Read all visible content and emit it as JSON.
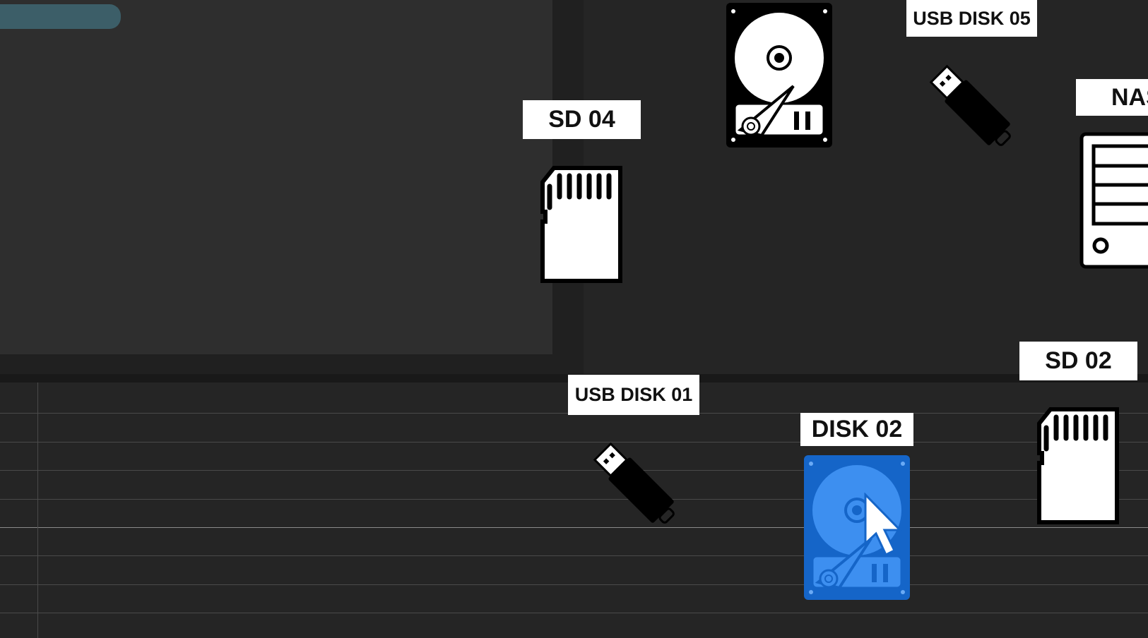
{
  "devices": {
    "sd04": {
      "label": "SD 04",
      "type": "sd-card"
    },
    "disk_black": {
      "type": "hard-disk"
    },
    "usb05": {
      "label": "USB DISK 05",
      "type": "usb-drive"
    },
    "nas": {
      "label": "NAS",
      "type": "nas"
    },
    "usb01": {
      "label": "USB DISK 01",
      "type": "usb-drive"
    },
    "disk02": {
      "label": "DISK 02",
      "type": "hard-disk",
      "selected": true
    },
    "sd02": {
      "label": "SD 02",
      "type": "sd-card"
    }
  },
  "colors": {
    "selected": "#1565c8",
    "selected_light": "#3d8ff0",
    "accent_pill": "#3c5e68"
  }
}
